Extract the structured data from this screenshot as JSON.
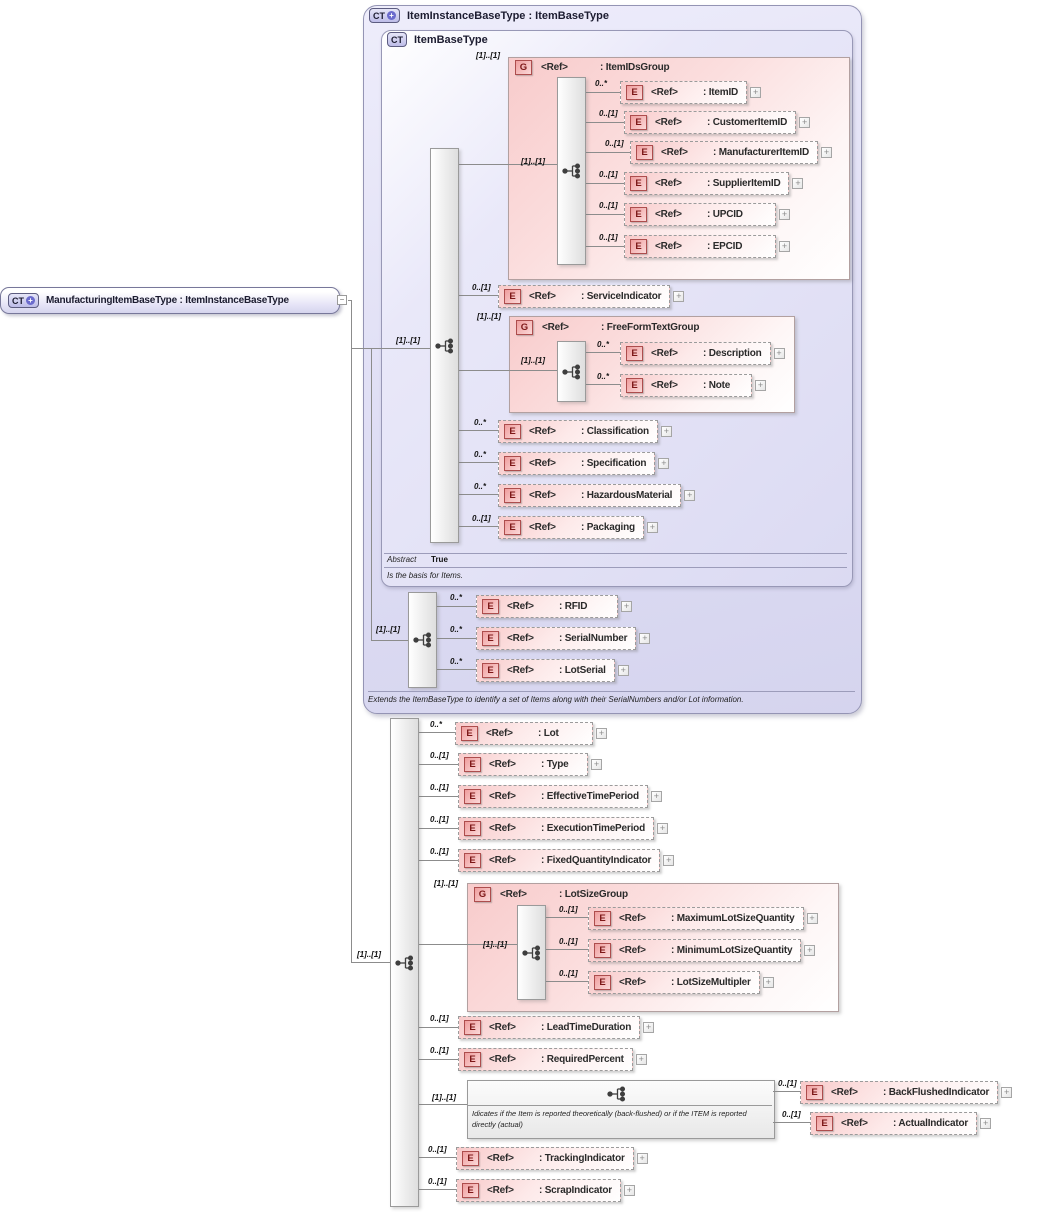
{
  "icons": {
    "complex_type": "CT",
    "ct_plus": "+",
    "element_letter": "E",
    "group_letter": "G",
    "plus_expander": "+",
    "collapse_handle": "−"
  },
  "palette": {
    "container_lavender": "#dcdbf2",
    "group_pink": "#f8caca",
    "element_border_red": "#ad4d4d",
    "line_gray": "#8c8c8c"
  },
  "root": {
    "title": "ManufacturingItemBaseType : ItemInstanceBaseType"
  },
  "outer_box": {
    "title": "ItemInstanceBaseType : ItemBaseType",
    "annotation": "Extends the ItemBaseType to identify a set of Items along with their SerialNumbers and/or Lot information."
  },
  "inner_box": {
    "title": "ItemBaseType",
    "abstract_label": "Abstract",
    "abstract_value": "True",
    "annotation": "Is the basis for Items."
  },
  "sequences": {
    "item_base": {
      "card": "[1]..[1]"
    },
    "serial_lot": {
      "card": "[1]..[1]"
    },
    "manufacturing": {
      "card": "[1]..[1]"
    }
  },
  "groups": {
    "item_ids_group": {
      "card": "[1]..[1]",
      "ref": "<Ref>",
      "name": ": ItemIDsGroup",
      "seq_card": "[1]..[1]"
    },
    "free_form_text_group": {
      "card": "[1]..[1]",
      "ref": "<Ref>",
      "name": ": FreeFormTextGroup",
      "seq_card": "[1]..[1]"
    },
    "lot_size_group": {
      "card": "[1]..[1]",
      "ref": "<Ref>",
      "name": ": LotSizeGroup",
      "seq_card": "[1]..[1]"
    }
  },
  "indicator_box": {
    "card": "[1]..[1]",
    "annotation": "Idicates if the Item is reported theoretically (back-flushed) or if the ITEM is reported directly (actual)"
  },
  "elements": {
    "item_id": {
      "card": "0..*",
      "ref": "<Ref>",
      "name": ": ItemID"
    },
    "customer_item_id": {
      "card": "0..[1]",
      "ref": "<Ref>",
      "name": ": CustomerItemID"
    },
    "manufacturer_item_id": {
      "card": "0..[1]",
      "ref": "<Ref>",
      "name": ": ManufacturerItemID"
    },
    "supplier_item_id": {
      "card": "0..[1]",
      "ref": "<Ref>",
      "name": ": SupplierItemID"
    },
    "upc_id": {
      "card": "0..[1]",
      "ref": "<Ref>",
      "name": ": UPCID"
    },
    "epc_id": {
      "card": "0..[1]",
      "ref": "<Ref>",
      "name": ": EPCID"
    },
    "service_indicator": {
      "card": "0..[1]",
      "ref": "<Ref>",
      "name": ": ServiceIndicator"
    },
    "description": {
      "card": "0..*",
      "ref": "<Ref>",
      "name": ": Description"
    },
    "note": {
      "card": "0..*",
      "ref": "<Ref>",
      "name": ": Note"
    },
    "classification": {
      "card": "0..*",
      "ref": "<Ref>",
      "name": ": Classification"
    },
    "specification": {
      "card": "0..*",
      "ref": "<Ref>",
      "name": ": Specification"
    },
    "hazardous_material": {
      "card": "0..*",
      "ref": "<Ref>",
      "name": ": HazardousMaterial"
    },
    "packaging": {
      "card": "0..[1]",
      "ref": "<Ref>",
      "name": ": Packaging"
    },
    "rfid": {
      "card": "0..*",
      "ref": "<Ref>",
      "name": ": RFID"
    },
    "serial_number": {
      "card": "0..*",
      "ref": "<Ref>",
      "name": ": SerialNumber"
    },
    "lot_serial": {
      "card": "0..*",
      "ref": "<Ref>",
      "name": ": LotSerial"
    },
    "lot": {
      "card": "0..*",
      "ref": "<Ref>",
      "name": ": Lot"
    },
    "type": {
      "card": "0..[1]",
      "ref": "<Ref>",
      "name": ": Type"
    },
    "effective_time_period": {
      "card": "0..[1]",
      "ref": "<Ref>",
      "name": ": EffectiveTimePeriod"
    },
    "execution_time_period": {
      "card": "0..[1]",
      "ref": "<Ref>",
      "name": ": ExecutionTimePeriod"
    },
    "fixed_quantity_indicator": {
      "card": "0..[1]",
      "ref": "<Ref>",
      "name": ": FixedQuantityIndicator"
    },
    "maximum_lot_size_quantity": {
      "card": "0..[1]",
      "ref": "<Ref>",
      "name": ": MaximumLotSizeQuantity"
    },
    "minimum_lot_size_quantity": {
      "card": "0..[1]",
      "ref": "<Ref>",
      "name": ": MinimumLotSizeQuantity"
    },
    "lot_size_multipler": {
      "card": "0..[1]",
      "ref": "<Ref>",
      "name": ": LotSizeMultipler"
    },
    "lead_time_duration": {
      "card": "0..[1]",
      "ref": "<Ref>",
      "name": ": LeadTimeDuration"
    },
    "required_percent": {
      "card": "0..[1]",
      "ref": "<Ref>",
      "name": ": RequiredPercent"
    },
    "back_flushed_indicator": {
      "card": "0..[1]",
      "ref": "<Ref>",
      "name": ": BackFlushedIndicator"
    },
    "actual_indicator": {
      "card": "0..[1]",
      "ref": "<Ref>",
      "name": ": ActualIndicator"
    },
    "tracking_indicator": {
      "card": "0..[1]",
      "ref": "<Ref>",
      "name": ": TrackingIndicator"
    },
    "scrap_indicator": {
      "card": "0..[1]",
      "ref": "<Ref>",
      "name": ": ScrapIndicator"
    }
  }
}
